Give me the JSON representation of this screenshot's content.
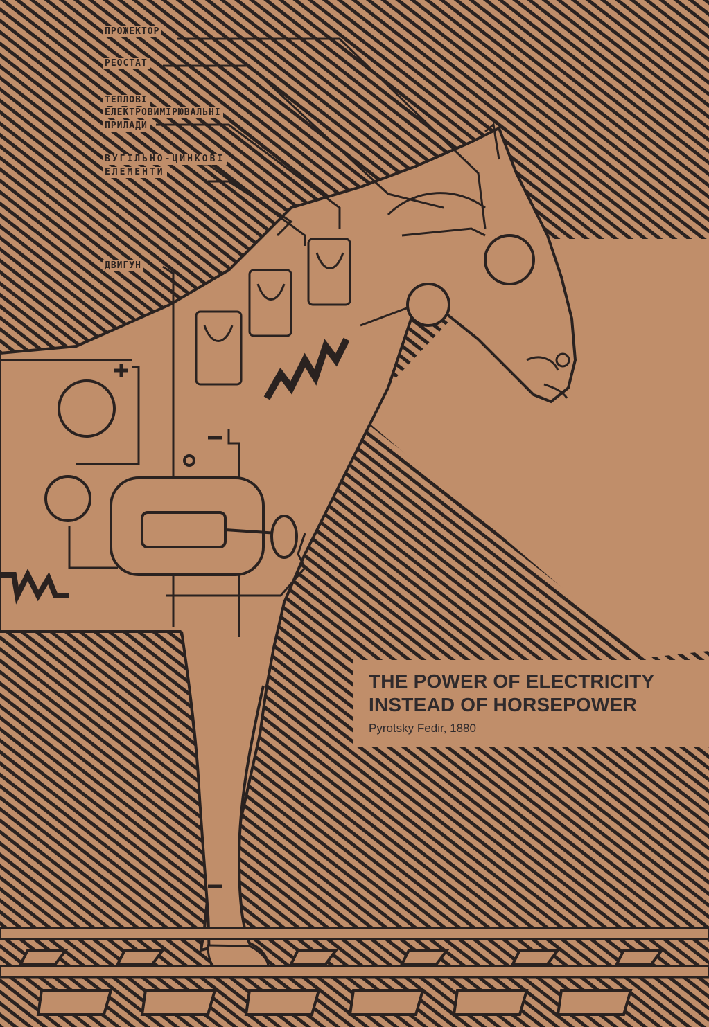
{
  "labels": {
    "projector": "ПРОЖЕКТОР",
    "rheostat": "РЕОСТАТ",
    "thermal_1": "ТЕПЛОВІ",
    "thermal_2": "ЕЛЕКТРОВИМІРЮВАЛЬНІ",
    "thermal_3": "ПРИЛАДИ",
    "cells_1": "ВУГІЛЬНО-ЦИНКОВІ",
    "cells_2": "ЕЛЕМЕНТИ",
    "motor": "ДВИГУН"
  },
  "title": {
    "line1": "THE POWER OF ELECTRICITY",
    "line2": "INSTEAD OF HORSEPOWER",
    "caption": "Pyrotsky Fedir, 1880"
  },
  "colors": {
    "paper": "#c08e6a",
    "ink": "#2a2220"
  }
}
